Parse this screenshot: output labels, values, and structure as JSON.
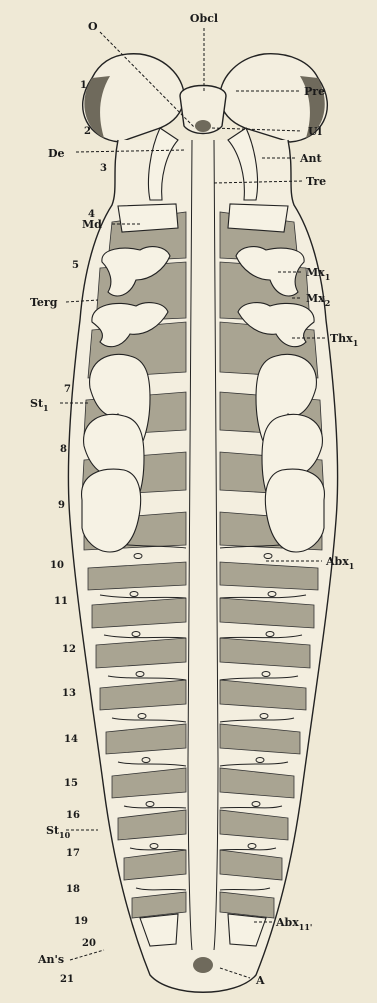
{
  "figure": {
    "labels": {
      "obcl": "Obcl",
      "o": "O",
      "pre": "Pre",
      "ul": "Ul",
      "de": "De",
      "ant": "Ant",
      "tre": "Tre",
      "md": "Md",
      "mx1": "Mx",
      "mx1_sub": "1",
      "terg": "Terg",
      "mx2": "Mx",
      "mx2_sub": "2",
      "thx": "Thx",
      "thx_sub": "1",
      "st1": "St",
      "st1_sub": "1",
      "abx": "Abx",
      "abx_sub": "1",
      "st10": "St",
      "st10_sub": "10",
      "abx11": "Abx",
      "abx11_sub": "11'",
      "ans": "An's",
      "a": "A"
    },
    "segment_numbers": [
      "1",
      "2",
      "3",
      "4",
      "5",
      "7",
      "8",
      "9",
      "10",
      "11",
      "12",
      "13",
      "14",
      "15",
      "16",
      "17",
      "18",
      "19",
      "20",
      "21"
    ]
  }
}
